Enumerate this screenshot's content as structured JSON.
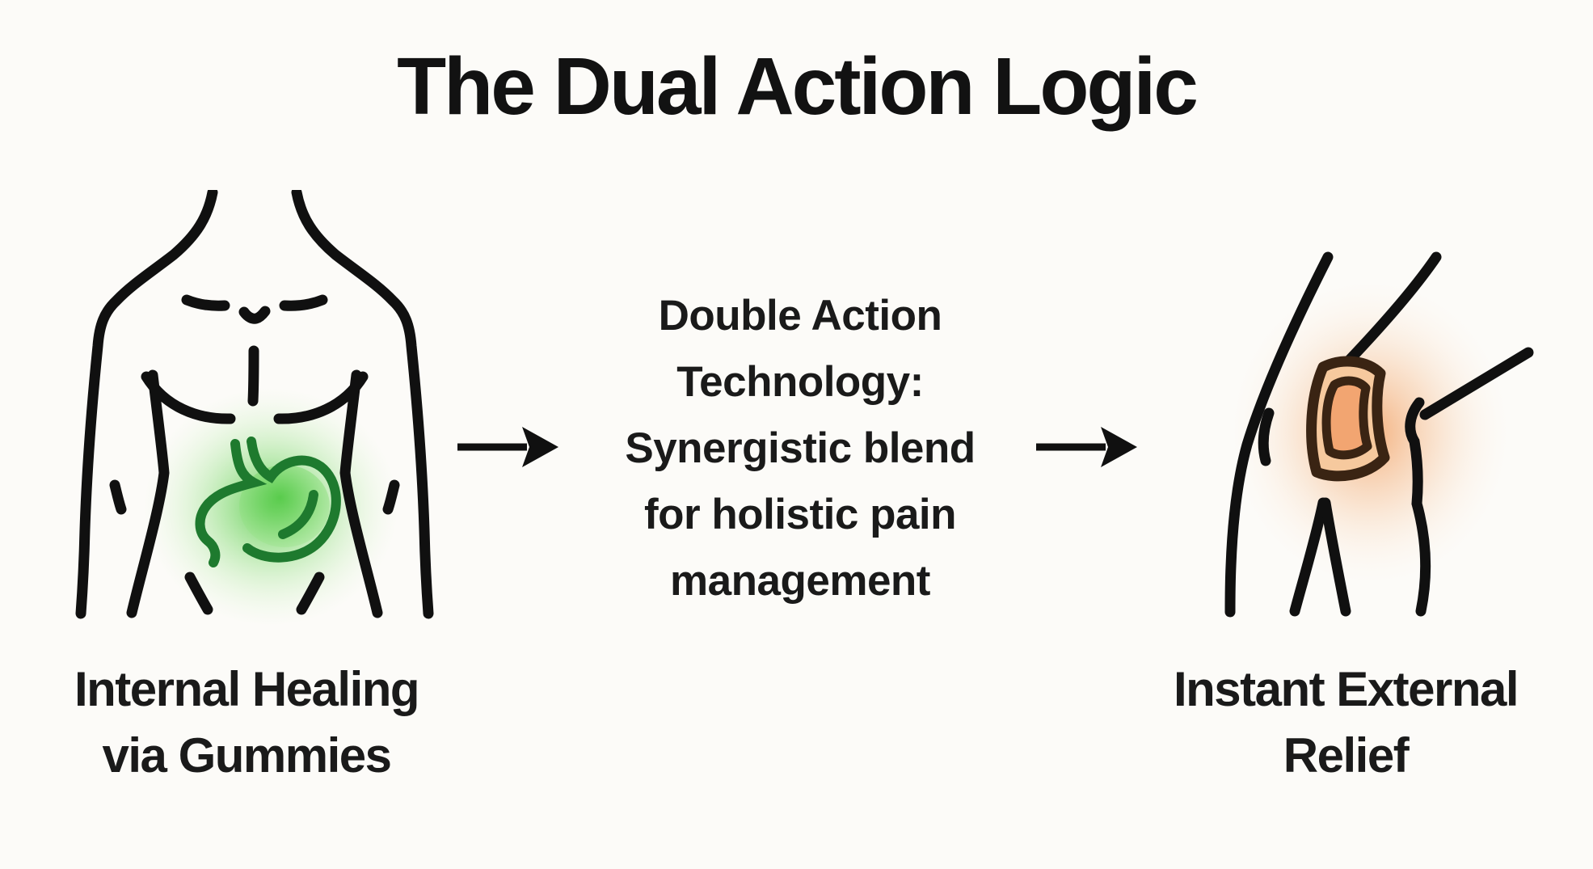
{
  "title": "The Dual Action Logic",
  "flow": {
    "left_caption": {
      "line1": "Internal Healing",
      "line2": "via Gummies"
    },
    "center_text": {
      "line1": "Double Action",
      "line2": "Technology:",
      "line3": "Synergistic blend",
      "line4": "for holistic pain",
      "line5": "management"
    },
    "right_caption": {
      "line1": "Instant External",
      "line2": "Relief"
    }
  },
  "icons": {
    "left_figure": "torso-with-glowing-stomach",
    "flow_arrow_left": "arrow-right",
    "flow_arrow_right": "arrow-right",
    "right_figure": "knee-with-glowing-patch"
  },
  "colors": {
    "background": "#fcfbf8",
    "text": "#141414",
    "line_art": "#101010",
    "stomach_stroke_green": "#1e7a2e",
    "stomach_glow_green": "#54c847",
    "patch_stroke_brown": "#3a2413",
    "patch_fill_orange": "#f2a571",
    "patch_glow_orange": "#f2a368"
  }
}
